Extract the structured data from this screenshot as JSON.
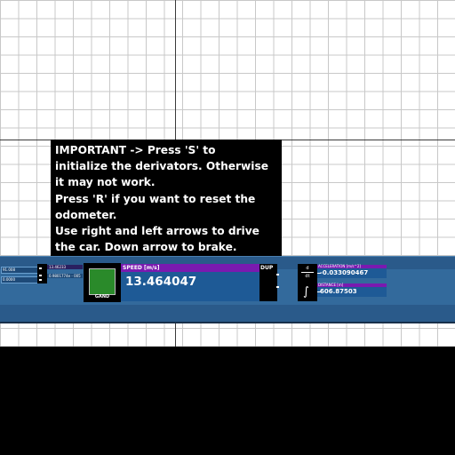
{
  "instructions": {
    "lines": [
      "IMPORTANT  -> Press 'S' to",
      "initialize the derivators. Otherwise",
      "it may not work.",
      "Press 'R' if you want to reset the",
      "odometer.",
      "Use right and left arrows to drive",
      "the car. Down arrow to brake."
    ]
  },
  "dashboard": {
    "small_left": {
      "row1": "91.008",
      "row2": "0.0000",
      "value_top": "13.46233",
      "value_bottom": "0.9801774e - 005"
    },
    "gand_label": "GAND",
    "speed": {
      "label": "SPEED [m/s]",
      "value": "13.464047"
    },
    "dup_label": "DUP",
    "derivative": {
      "top": "d",
      "bottom": "dt"
    },
    "integral_symbol": "∫",
    "acceleration": {
      "label": "ACCELERATION [m/s^2]",
      "value": "-0.033090467"
    },
    "distance": {
      "label": "DISTANCE [m]",
      "value": "606.87503"
    }
  },
  "colors": {
    "panel": "#2a5a8a",
    "header_purple": "#7a1ab0",
    "value_box": "#1e5a96",
    "gand_green": "#2a8a2a"
  }
}
